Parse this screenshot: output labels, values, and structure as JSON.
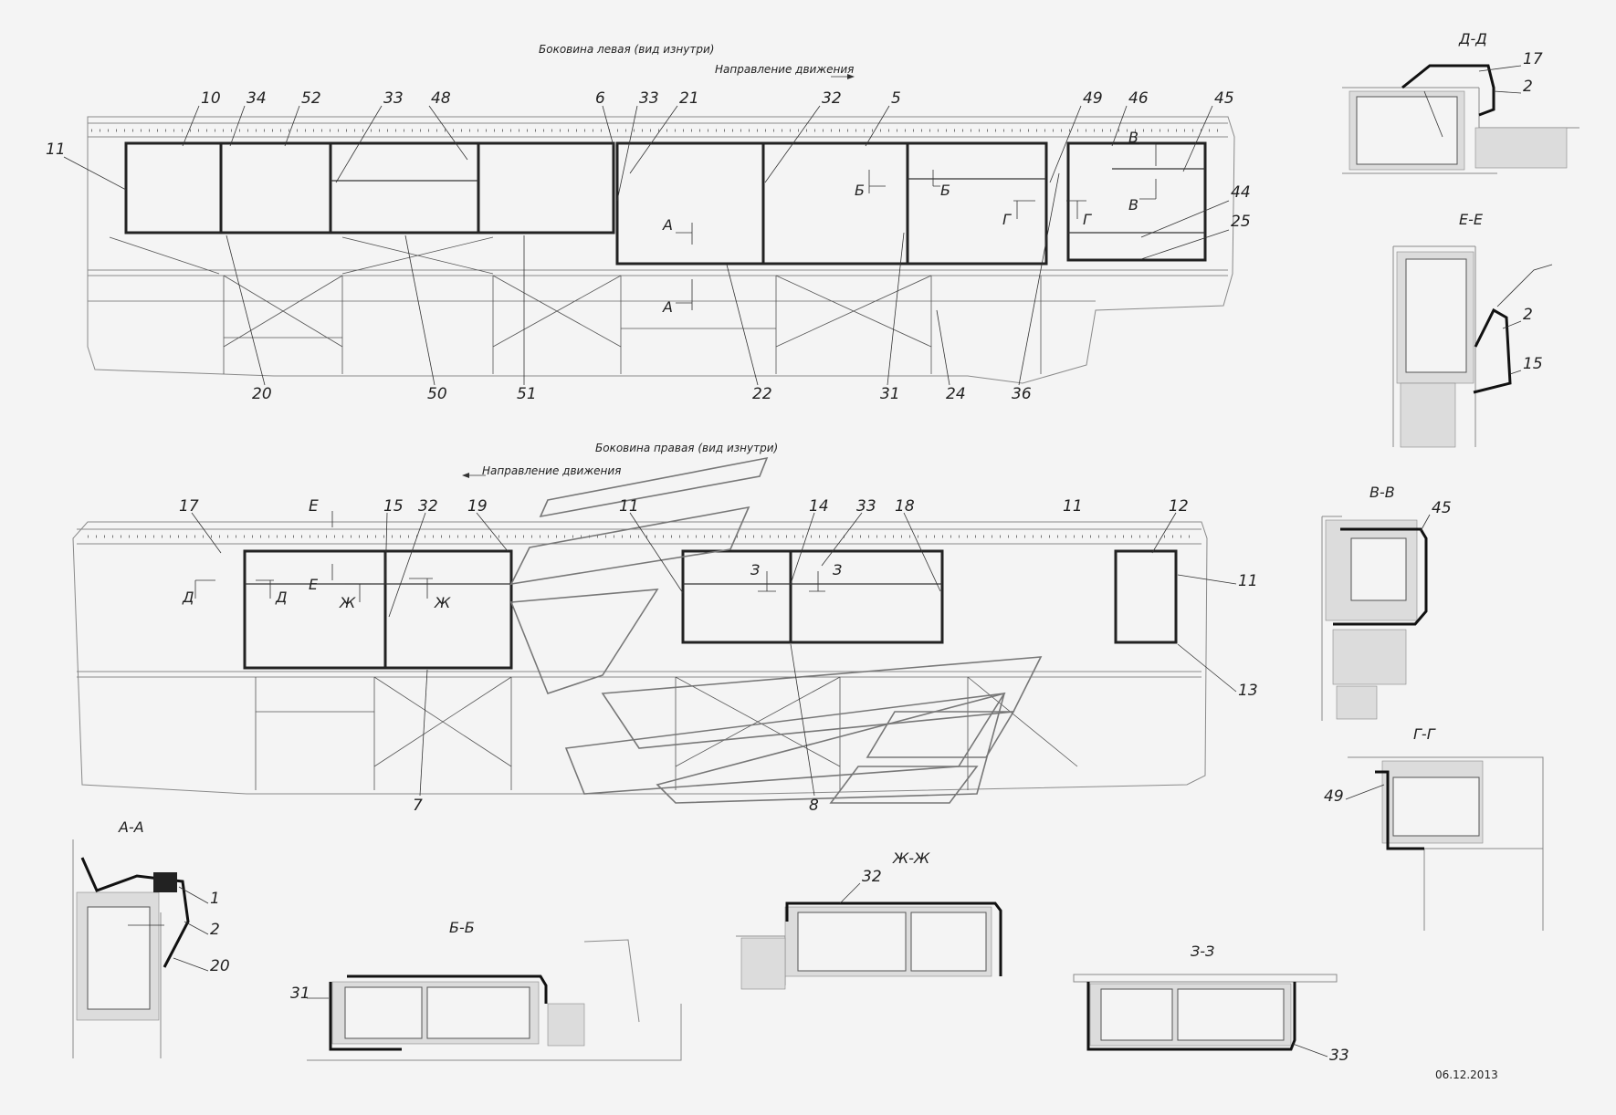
{
  "title_left_side": "Боковина левая (вид изнутри)",
  "direction_left": "Направление движения",
  "title_right_side": "Боковина правая (вид изнутри)",
  "direction_right": "Направление движения",
  "date": "06.12.2013",
  "left_labels_top": [
    "10",
    "34",
    "52",
    "33",
    "48",
    "6",
    "33",
    "21",
    "32",
    "5",
    "49",
    "46",
    "45"
  ],
  "left_labels_side": [
    "11",
    "44",
    "25"
  ],
  "left_labels_bottom": [
    "20",
    "50",
    "51",
    "22",
    "31",
    "24",
    "36"
  ],
  "left_section_marks": [
    "А",
    "А",
    "Б",
    "Б",
    "Г",
    "Г",
    "В",
    "В"
  ],
  "right_labels_top": [
    "17",
    "Е",
    "15",
    "32",
    "19",
    "11",
    "14",
    "33",
    "18",
    "11",
    "12"
  ],
  "right_labels_side": [
    "11",
    "13"
  ],
  "right_labels_bottom": [
    "7",
    "8"
  ],
  "right_section_marks": [
    "Д",
    "Д",
    "Е",
    "Ж",
    "Ж",
    "З",
    "З"
  ],
  "sections": {
    "dd": {
      "title": "Д-Д",
      "labels": [
        "17",
        "2"
      ]
    },
    "ee": {
      "title": "Е-Е",
      "labels": [
        "2",
        "15"
      ]
    },
    "vv": {
      "title": "В-В",
      "labels": [
        "45"
      ]
    },
    "gg": {
      "title": "Г-Г",
      "labels": [
        "49"
      ]
    },
    "aa": {
      "title": "А-А",
      "labels": [
        "1",
        "2",
        "20"
      ]
    },
    "bb": {
      "title": "Б-Б",
      "labels": [
        "31"
      ]
    },
    "zhzh": {
      "title": "Ж-Ж",
      "labels": [
        "32"
      ]
    },
    "zz": {
      "title": "З-З",
      "labels": [
        "33"
      ]
    }
  }
}
